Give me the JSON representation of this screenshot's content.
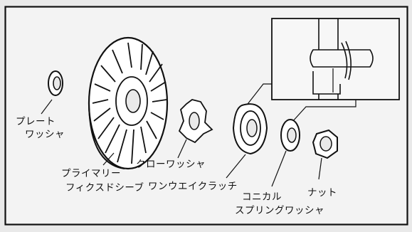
{
  "diagram": {
    "labels": {
      "plate_washer_line1": "プレート",
      "plate_washer_line2": "ワッシャ",
      "primary_sheave_line1": "プライマリー",
      "primary_sheave_line2": "フィクスドシーブ",
      "claw_washer": "クローワッシャ",
      "one_way_clutch": "ワンウエイクラッチ",
      "conical_washer_line1": "コニカル",
      "conical_washer_line2": "スプリングワッシャ",
      "nut": "ナット"
    }
  }
}
